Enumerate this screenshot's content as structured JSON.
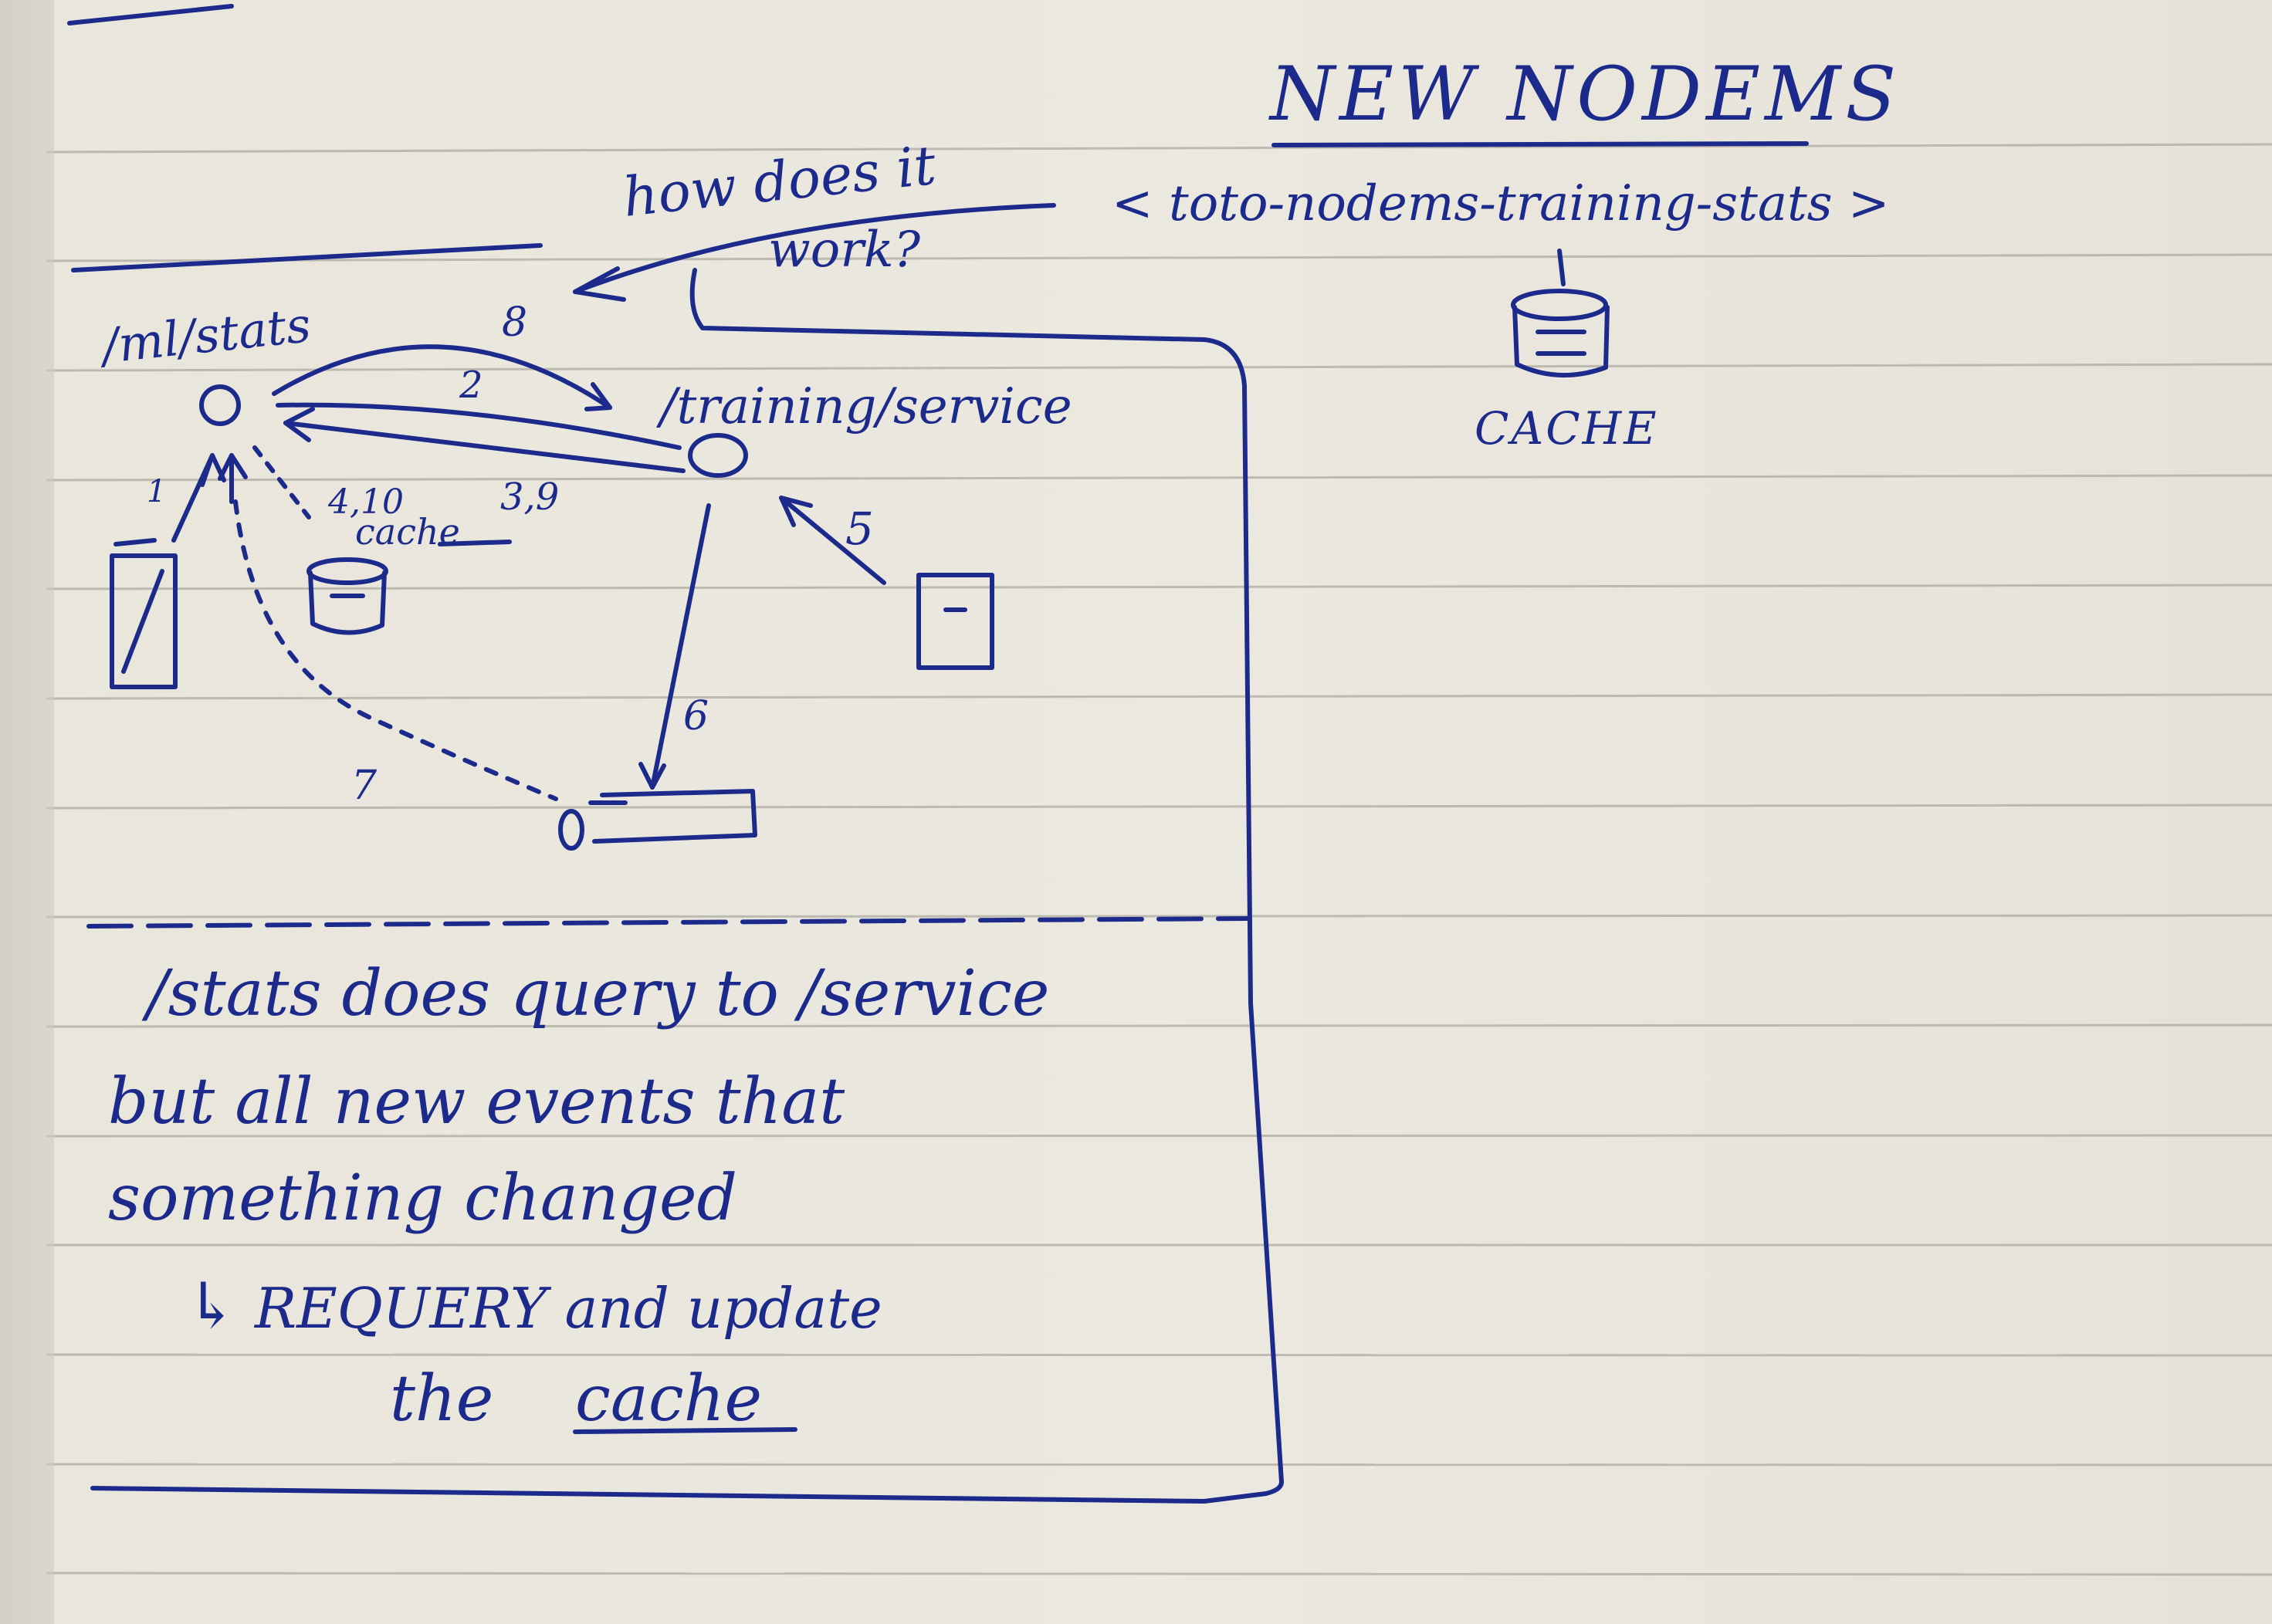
{
  "page": {
    "paper_color": "#ebe8df",
    "ruling_color": "#9a968d",
    "ink_color": "#1c2a8c"
  },
  "title": {
    "heading": "NEW NODEMS",
    "subtitle": "< toto-nodems-training-stats >",
    "cache_label": "CACHE"
  },
  "diagram": {
    "question_line1": "how does it",
    "question_line2": "work?",
    "node_stats_label": "/ml/stats",
    "node_training_label": "/training/service",
    "cache_note_numbers": "4,10",
    "cache_note": "cache",
    "edges": {
      "e1": "1",
      "e2": "2",
      "e39": "3,9",
      "e5": "5",
      "e6": "6",
      "e7": "7",
      "e8": "8"
    }
  },
  "notes": {
    "line1": "/stats does query to /service",
    "line2": "but all new events that",
    "line3": "something changed",
    "line4_arrow": "↳",
    "line4": "REQUERY and update",
    "line5_plain": "the",
    "line5_underlined": "cache"
  }
}
